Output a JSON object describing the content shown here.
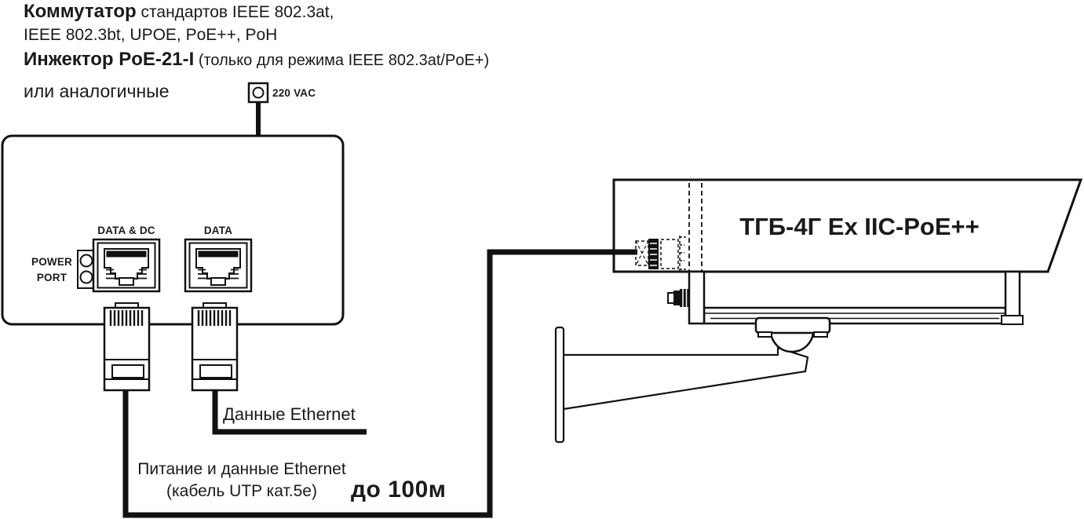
{
  "colors": {
    "ink": "#111111",
    "background": "#ffffff"
  },
  "annotations": {
    "switch_title_bold": "Коммутатор",
    "switch_title_rest": " стандартов IEEE 802.3at,",
    "switch_standards": "IEEE 802.3bt, UPOE, PoE++, PoH",
    "injector_title_bold": "Инжектор PoE-21-I",
    "injector_title_rest": " (только для режима IEEE 802.3at/PoE+)",
    "alternatives": "или аналогичные"
  },
  "power_source": {
    "label": "220 VAC"
  },
  "switch_device": {
    "port_data_dc_label": "DATA & DC",
    "port_data_label": "DATA",
    "power_label": "POWER",
    "port_label": "PORT"
  },
  "cables": {
    "data_cable_label": "Данные Ethernet",
    "uplink_label_line1": "Питание и данные Ethernet",
    "uplink_label_line2": "(кабель UTP кат.5е)",
    "max_distance": "до 100м"
  },
  "camera": {
    "model": "ТГБ-4Г Ex IIC-PoE++"
  }
}
